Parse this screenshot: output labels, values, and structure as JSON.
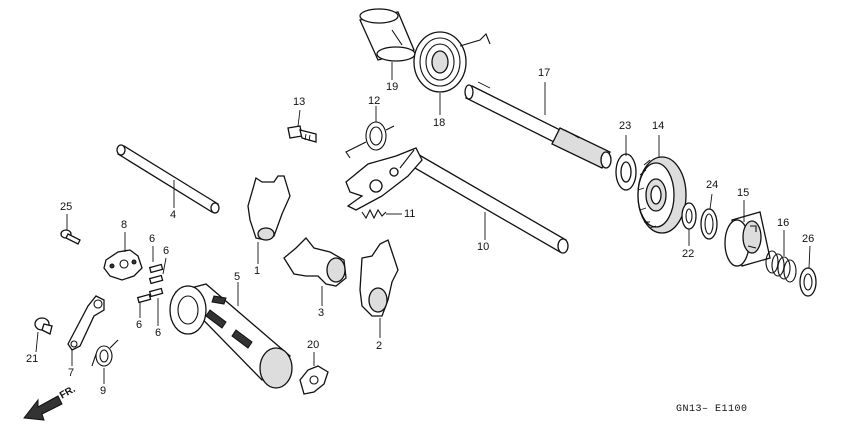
{
  "diagram": {
    "code": "GN13– E1100",
    "direction_label": "FR."
  },
  "callouts": [
    {
      "id": "c1",
      "label": "1"
    },
    {
      "id": "c2",
      "label": "2"
    },
    {
      "id": "c3",
      "label": "3"
    },
    {
      "id": "c4",
      "label": "4"
    },
    {
      "id": "c5",
      "label": "5"
    },
    {
      "id": "c6a",
      "label": "6"
    },
    {
      "id": "c6b",
      "label": "6"
    },
    {
      "id": "c6c",
      "label": "6"
    },
    {
      "id": "c6d",
      "label": "6"
    },
    {
      "id": "c7",
      "label": "7"
    },
    {
      "id": "c8",
      "label": "8"
    },
    {
      "id": "c9",
      "label": "9"
    },
    {
      "id": "c10",
      "label": "10"
    },
    {
      "id": "c11",
      "label": "11"
    },
    {
      "id": "c12",
      "label": "12"
    },
    {
      "id": "c13",
      "label": "13"
    },
    {
      "id": "c14",
      "label": "14"
    },
    {
      "id": "c15",
      "label": "15"
    },
    {
      "id": "c16",
      "label": "16"
    },
    {
      "id": "c17",
      "label": "17"
    },
    {
      "id": "c18",
      "label": "18"
    },
    {
      "id": "c19",
      "label": "19"
    },
    {
      "id": "c20",
      "label": "20"
    },
    {
      "id": "c21",
      "label": "21"
    },
    {
      "id": "c22",
      "label": "22"
    },
    {
      "id": "c23",
      "label": "23"
    },
    {
      "id": "c24",
      "label": "24"
    },
    {
      "id": "c25",
      "label": "25"
    },
    {
      "id": "c26",
      "label": "26"
    }
  ]
}
